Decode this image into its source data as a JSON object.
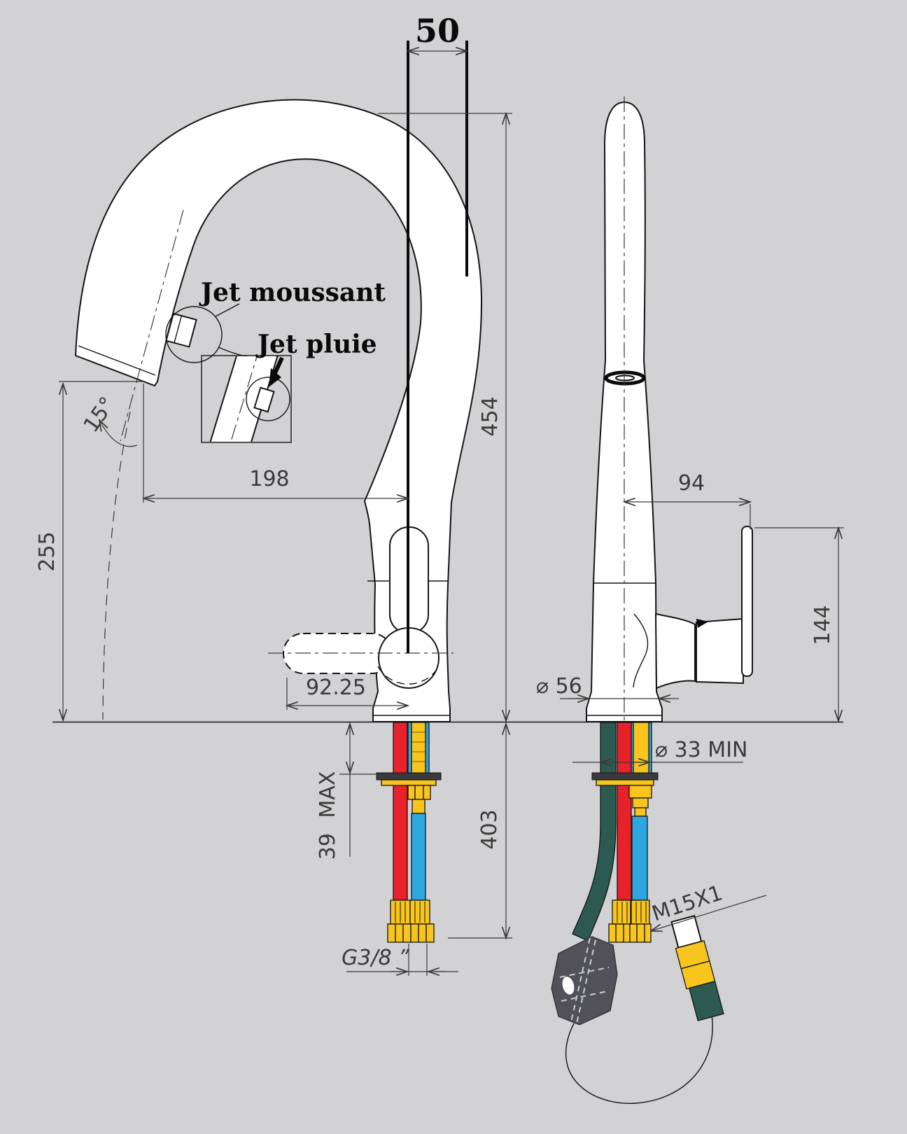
{
  "drawing": {
    "background": "#d2d2d4",
    "line_color": "#141414",
    "dim_color": "#3a3a3a",
    "colors": {
      "hot_water_hose": "#e8222b",
      "cold_water_hose": "#2ea7e0",
      "brass_fittings": "#f7c51e",
      "spray_hose": "#2d5a50",
      "hose_weight": "#515157",
      "faucet_body": "#ffffff"
    },
    "annotations": {
      "jet_moussant": "Jet moussant",
      "jet_pluie": "Jet pluie"
    },
    "dimensions": {
      "spout_offset": "50",
      "total_height": "454",
      "spout_reach": "198",
      "spout_clearance": "255",
      "tip_angle": "15°",
      "handle_front_reach": "92.25",
      "deck_max": "39 MAX",
      "below_deck": "403",
      "supply_thread": "G3/8 ”",
      "handle_side_reach": "94",
      "handle_height": "144",
      "base_diameter": "⌀ 56",
      "hole_diameter": "⌀ 33 MIN",
      "spray_thread": "M15X1"
    }
  }
}
